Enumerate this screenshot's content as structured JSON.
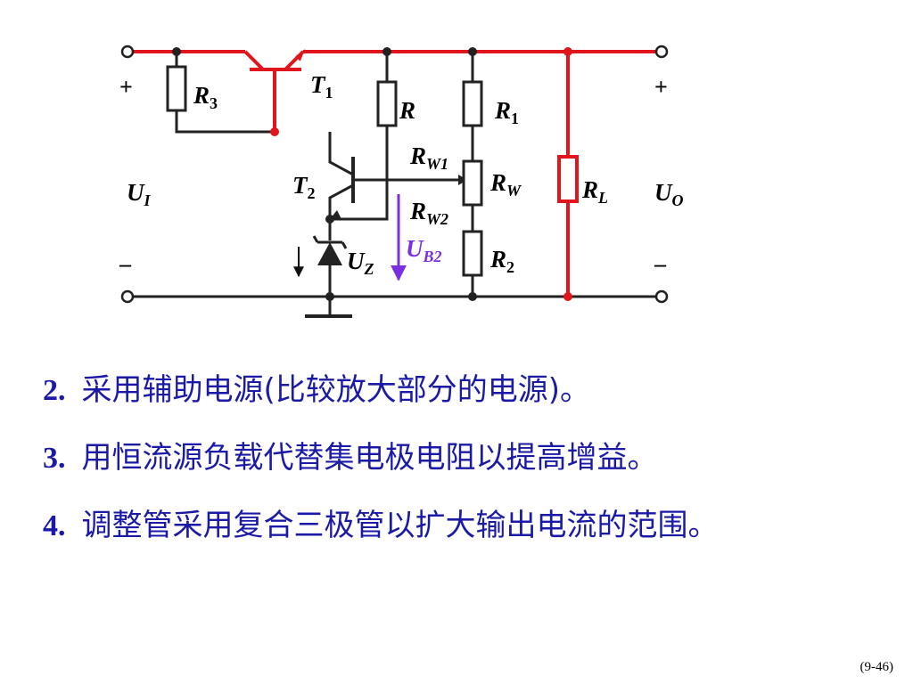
{
  "colors": {
    "wire": "#222222",
    "highlight": "#e0161c",
    "text": "#1a1aa6",
    "reference_arrow": "#7a2fe0"
  },
  "circuit": {
    "plus_left": "+",
    "plus_right": "+",
    "minus_left": "–",
    "minus_right": "–",
    "input_voltage": {
      "main": "U",
      "sub": "I"
    },
    "output_voltage": {
      "main": "U",
      "sub": "O"
    },
    "t1": {
      "main": "T",
      "sub": "1"
    },
    "t2": {
      "main": "T",
      "sub": "2"
    },
    "r3": {
      "main": "R",
      "sub": "3"
    },
    "r": {
      "main": "R",
      "sub": ""
    },
    "r1": {
      "main": "R",
      "sub": "1"
    },
    "rw1": {
      "main": "R",
      "sub": "W1"
    },
    "rw": {
      "main": "R",
      "sub": "W"
    },
    "rw2": {
      "main": "R",
      "sub": "W2"
    },
    "r2": {
      "main": "R",
      "sub": "2"
    },
    "rl": {
      "main": "R",
      "sub": "L"
    },
    "uz": {
      "main": "U",
      "sub": "Z"
    },
    "ub2": {
      "main": "U",
      "sub": "B2"
    }
  },
  "notes": [
    {
      "num": "2.",
      "text": "采用辅助电源(比较放大部分的电源)。"
    },
    {
      "num": "3.",
      "text": "用恒流源负载代替集电极电阻以提高增益。"
    },
    {
      "num": "4.",
      "text": "调整管采用复合三极管以扩大输出电流的范围。"
    }
  ],
  "page_number": "(9-46)"
}
